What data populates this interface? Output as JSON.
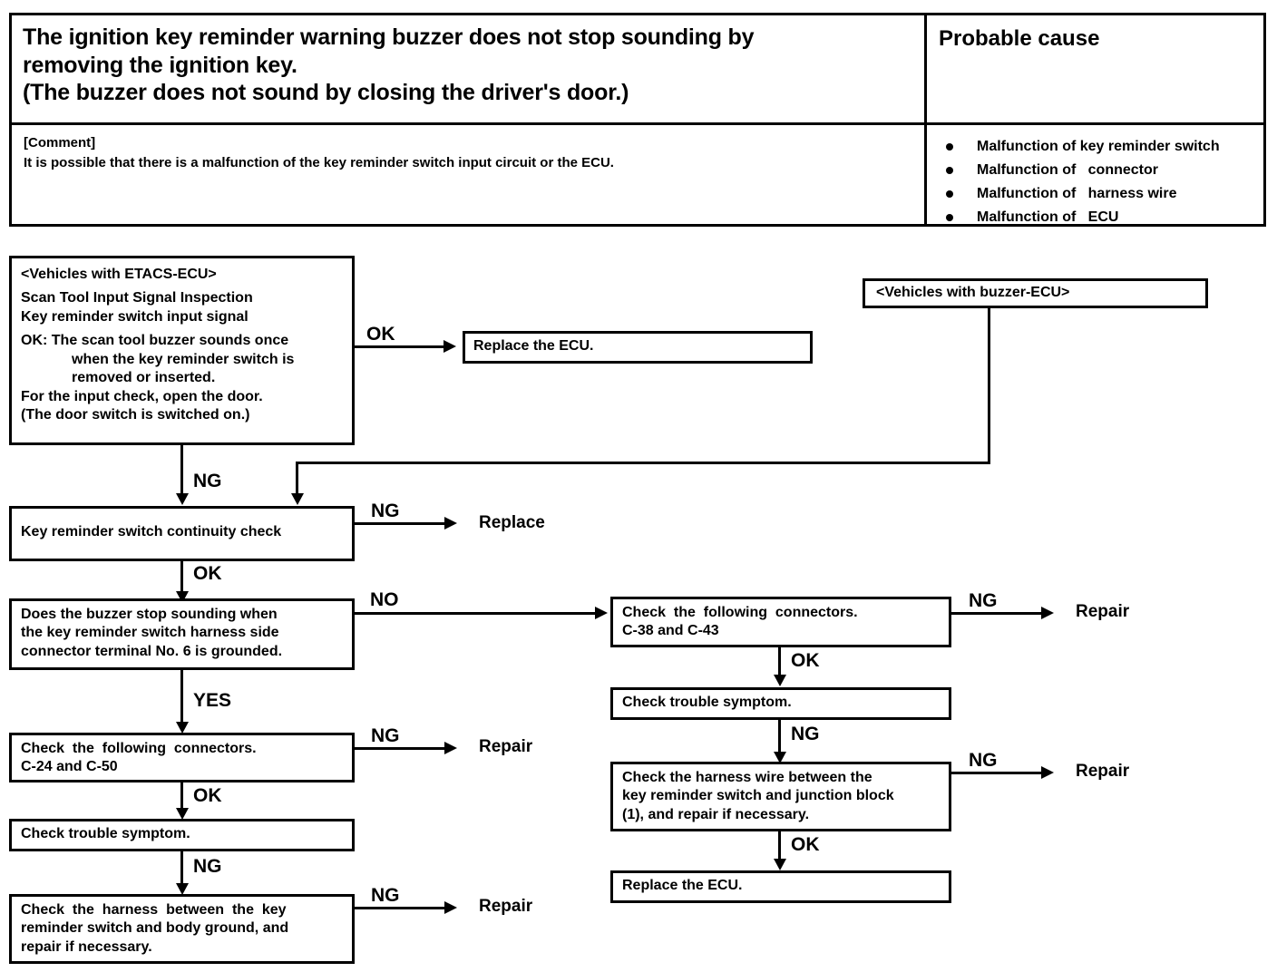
{
  "header": {
    "symptom_lines": [
      "The ignition key reminder warning buzzer does not stop sounding by",
      "removing the ignition key.",
      "(The buzzer does not sound by closing the driver's door.)"
    ],
    "probable_cause_title": "Probable cause",
    "comment_label": "[Comment]",
    "comment_text": "It is possible that there is a malfunction of the key reminder switch input circuit or the ECU.",
    "causes": [
      "Malfunction of key reminder switch",
      "Malfunction of   connector",
      "Malfunction of   harness wire",
      "Malfunction of   ECU"
    ]
  },
  "flow": {
    "etacs_box": {
      "line1": "<Vehicles with ETACS-ECU>",
      "line2": "Scan Tool Input Signal Inspection",
      "line3": "Key reminder switch input signal",
      "line4": "OK: The scan tool buzzer sounds once",
      "line5": "when the key reminder switch is",
      "line6": "removed or inserted.",
      "line7": "For the input check, open the door.",
      "line8": "(The door switch is switched on.)"
    },
    "replace_ecu_top": "Replace the ECU.",
    "buzzer_ecu_box": "<Vehicles with buzzer-ECU>",
    "continuity_check": "Key reminder switch continuity check",
    "replace_label": "Replace",
    "buzzer_question": {
      "line1": "Does the buzzer stop sounding when",
      "line2": "the key reminder switch harness side",
      "line3": "connector terminal No. 6 is grounded."
    },
    "left_connectors": {
      "line1": "Check  the  following  connectors.",
      "line2": "C-24 and C-50"
    },
    "left_trouble_symptom": "Check trouble symptom.",
    "left_harness": {
      "line1": "Check  the  harness  between  the  key",
      "line2": "reminder switch and body ground, and",
      "line3": "repair if necessary."
    },
    "right_connectors": {
      "line1": "Check  the  following  connectors.",
      "line2": "C-38 and C-43"
    },
    "right_trouble_symptom": "Check trouble symptom.",
    "right_harness": {
      "line1": "Check the harness wire between the",
      "line2": "key reminder switch and junction block",
      "line3": "(1), and repair if necessary."
    },
    "replace_ecu_bottom": "Replace the ECU.",
    "labels": {
      "ok": "OK",
      "ng": "NG",
      "no": "NO",
      "yes": "YES",
      "repair": "Repair"
    }
  }
}
